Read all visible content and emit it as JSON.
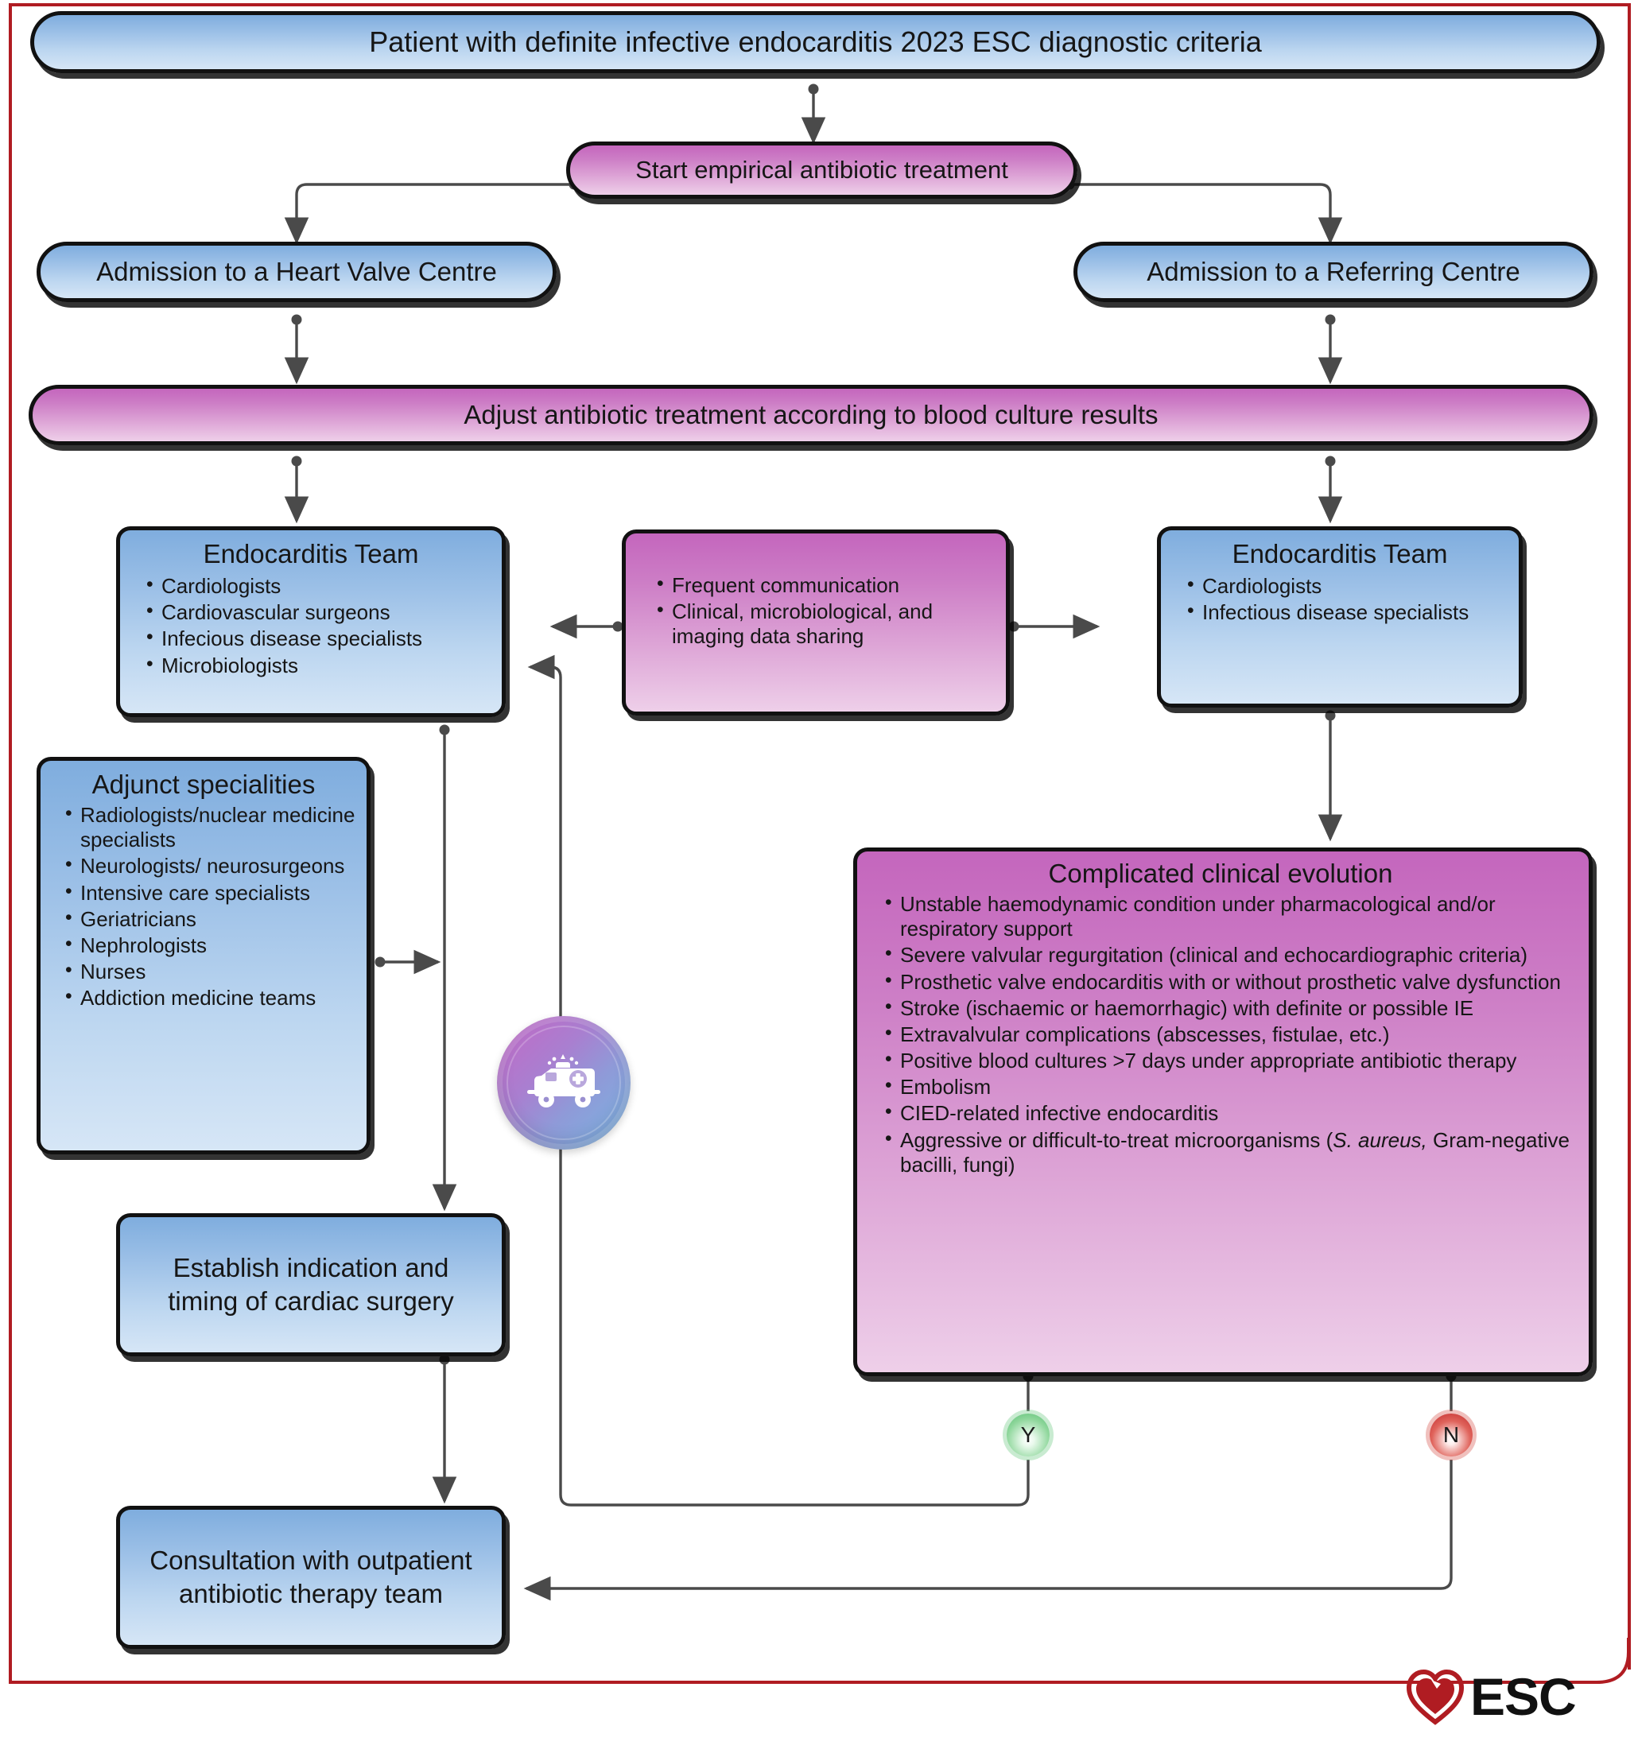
{
  "diagram": {
    "title": "Management of infective endocarditis — Endocarditis Team pathway",
    "colors": {
      "blue_node_top": "#7fadde",
      "blue_node_bottom": "#d6e6f6",
      "pink_node_top": "#c466bd",
      "pink_node_bottom": "#eecfe9",
      "frame_red": "#b01c22",
      "connector_gray": "#4a4a4a",
      "yes_green": "#57bd72",
      "no_red": "#c0282a"
    }
  },
  "nodes": {
    "start": {
      "label": "Patient with definite infective endocarditis 2023 ESC diagnostic criteria"
    },
    "empirical": {
      "label": "Start empirical antibiotic treatment"
    },
    "heart_valve_centre": {
      "label": "Admission to a Heart Valve Centre"
    },
    "referring_centre": {
      "label": "Admission to a Referring Centre"
    },
    "adjust": {
      "label": "Adjust antibiotic treatment according to blood culture results"
    },
    "team_left": {
      "title": "Endocarditis Team",
      "items": [
        "Cardiologists",
        "Cardiovascular surgeons",
        "Infecious disease specialists",
        "Microbiologists"
      ]
    },
    "communication": {
      "items": [
        "Frequent communication",
        "Clinical, microbiological, and imaging data sharing"
      ]
    },
    "team_right": {
      "title": "Endocarditis Team",
      "items": [
        "Cardiologists",
        "Infectious disease specialists"
      ]
    },
    "adjunct": {
      "title": "Adjunct specialities",
      "items": [
        "Radiologists/nuclear medicine specialists",
        "Neurologists/ neurosurgeons",
        "Intensive care specialists",
        "Geriatricians",
        "Nephrologists",
        "Nurses",
        "Addiction medicine teams"
      ]
    },
    "complicated": {
      "title": "Complicated clinical evolution",
      "items": [
        "Unstable haemodynamic condition under pharmacological and/or respiratory support",
        "Severe valvular regurgitation (clinical and echocardiographic criteria)",
        "Prosthetic valve endocarditis with or without prosthetic valve dysfunction",
        "Stroke (ischaemic or haemorrhagic) with definite or possible IE",
        "Extravalvular complications (abscesses, fistulae, etc.)",
        "Positive blood cultures >7 days under appropriate antibiotic therapy",
        "Embolism",
        "CIED-related infective endocarditis",
        "Aggressive or difficult-to-treat microorganisms (S. aureus, Gram-negative bacilli, fungi)"
      ],
      "italic_fragment": "S. aureus,"
    },
    "surgery": {
      "label": "Establish indication and timing of cardiac surgery"
    },
    "opat": {
      "label": "Consultation with outpatient antibiotic therapy team"
    }
  },
  "decisions": {
    "yes": {
      "label": "Y"
    },
    "no": {
      "label": "N"
    }
  },
  "icons": {
    "ambulance": "ambulance-icon",
    "esc_heart": "esc-heart-logo-icon"
  },
  "footer": {
    "esc_text": "ESC"
  }
}
